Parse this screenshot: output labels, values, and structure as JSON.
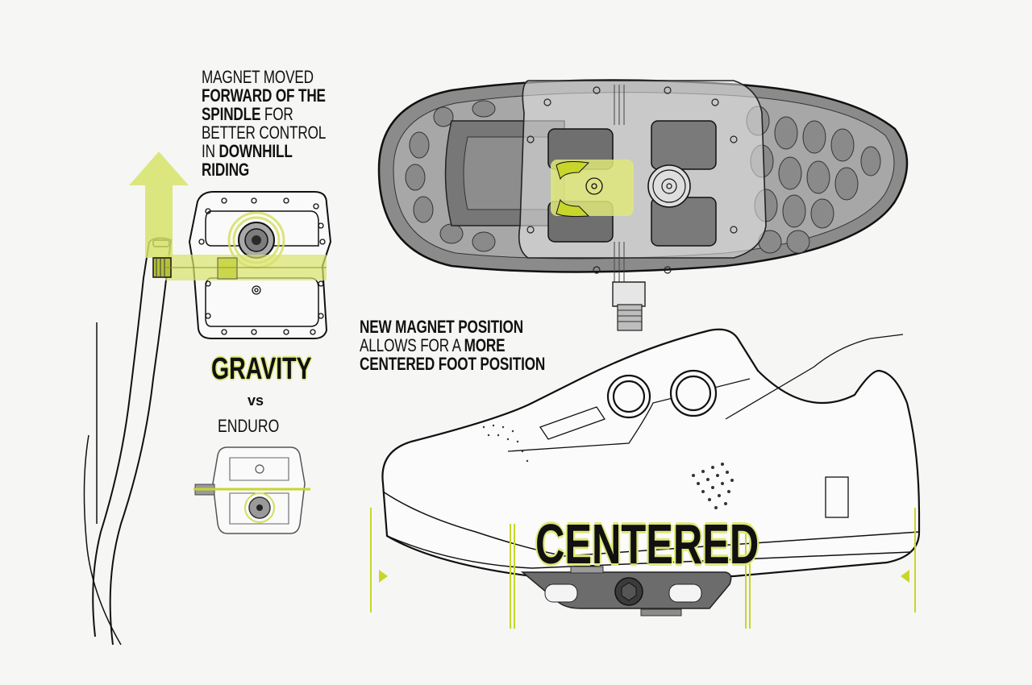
{
  "annotations": {
    "top_left": {
      "lines": [
        {
          "parts": [
            {
              "text": "MAGNET MOVED",
              "bold": false
            }
          ]
        },
        {
          "parts": [
            {
              "text": "FORWARD OF THE",
              "bold": true
            }
          ]
        },
        {
          "parts": [
            {
              "text": "SPINDLE",
              "bold": true
            },
            {
              "text": " FOR",
              "bold": false
            }
          ]
        },
        {
          "parts": [
            {
              "text": "BETTER CONTROL",
              "bold": false
            }
          ]
        },
        {
          "parts": [
            {
              "text": "IN ",
              "bold": false
            },
            {
              "text": "DOWNHILL",
              "bold": true
            }
          ]
        },
        {
          "parts": [
            {
              "text": "RIDING",
              "bold": true
            }
          ]
        }
      ],
      "l1": "MAGNET MOVED",
      "l2": "FORWARD OF THE",
      "l3a": "SPINDLE",
      "l3b": " FOR",
      "l4": "BETTER CONTROL",
      "l5a": "IN ",
      "l5b": "DOWNHILL",
      "l6": "RIDING"
    },
    "middle": {
      "l1": "NEW MAGNET POSITION",
      "l2a": "ALLOWS FOR A ",
      "l2b": "MORE",
      "l3": "CENTERED FOOT POSITION"
    }
  },
  "comparison": {
    "primary": "GRAVITY",
    "versus": "vs",
    "secondary": "ENDURO"
  },
  "callout": "CENTERED",
  "colors": {
    "accent": "#c8d62b",
    "accent_fill": "#dfe87a",
    "ink": "#111111",
    "background": "#f6f6f5",
    "sole_gray": "#8a8a8a",
    "pedal_gray": "#cfcfcf"
  },
  "figures": [
    {
      "name": "crank-arm-with-gravity-pedal",
      "description": "Crank arm with pedal; upward arrow indicating magnet moved forward"
    },
    {
      "name": "enduro-pedal",
      "description": "Pedal with magnet behind spindle"
    },
    {
      "name": "shoe-sole-with-pedal-overlay",
      "description": "Shoe outsole with transparent pedal overlay and highlighted magnet plate"
    },
    {
      "name": "shoe-side-view-on-pedal",
      "description": "Side view of shoe centered on pedal with measurement markers"
    }
  ]
}
